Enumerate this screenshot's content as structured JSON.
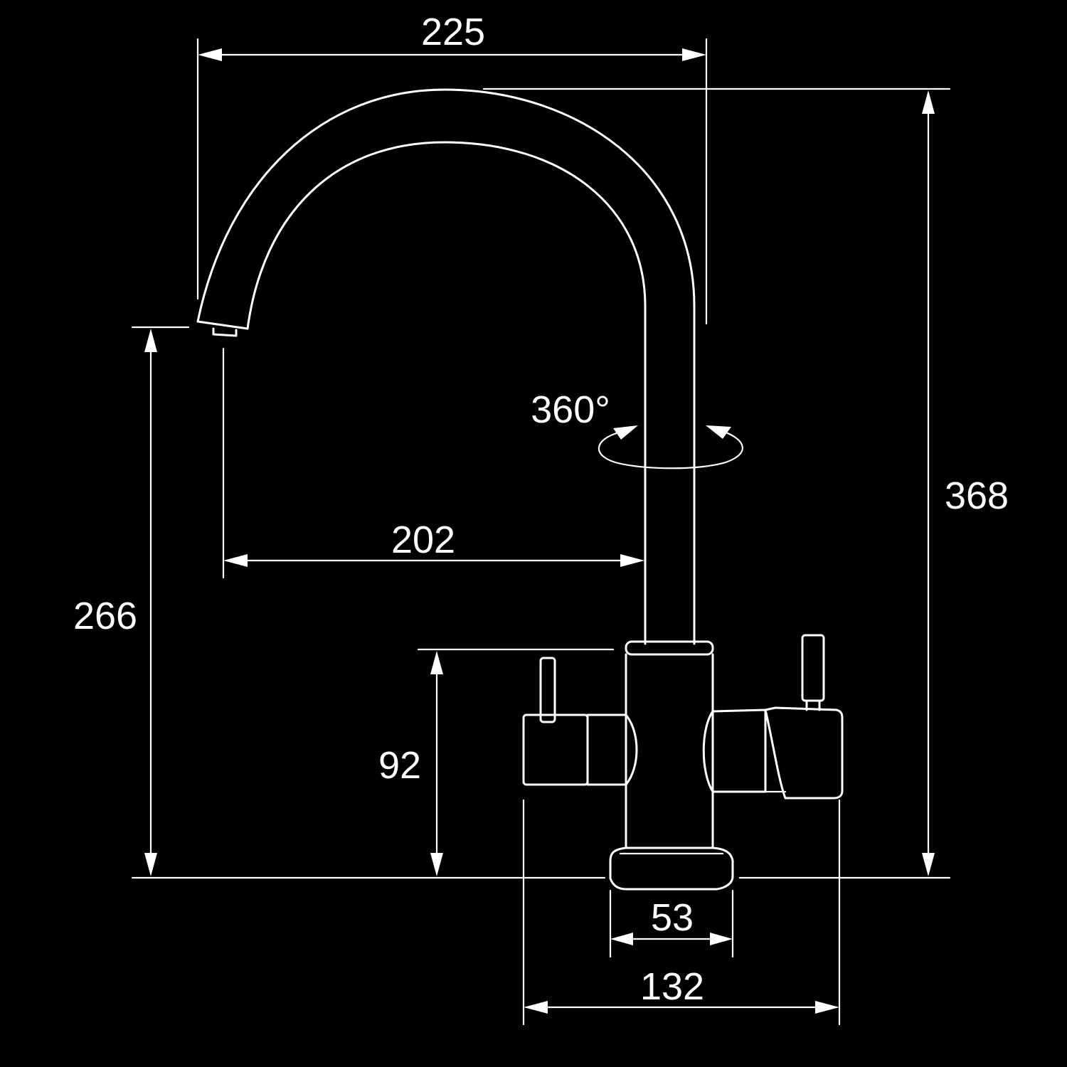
{
  "dimensions": {
    "overall_reach": "225",
    "overall_height": "368",
    "spout_height": "266",
    "spout_reach": "202",
    "rotation": "360°",
    "lever_height": "92",
    "base_diameter": "53",
    "handle_width": "132"
  },
  "colors": {
    "background": "#000000",
    "line": "#ffffff"
  }
}
